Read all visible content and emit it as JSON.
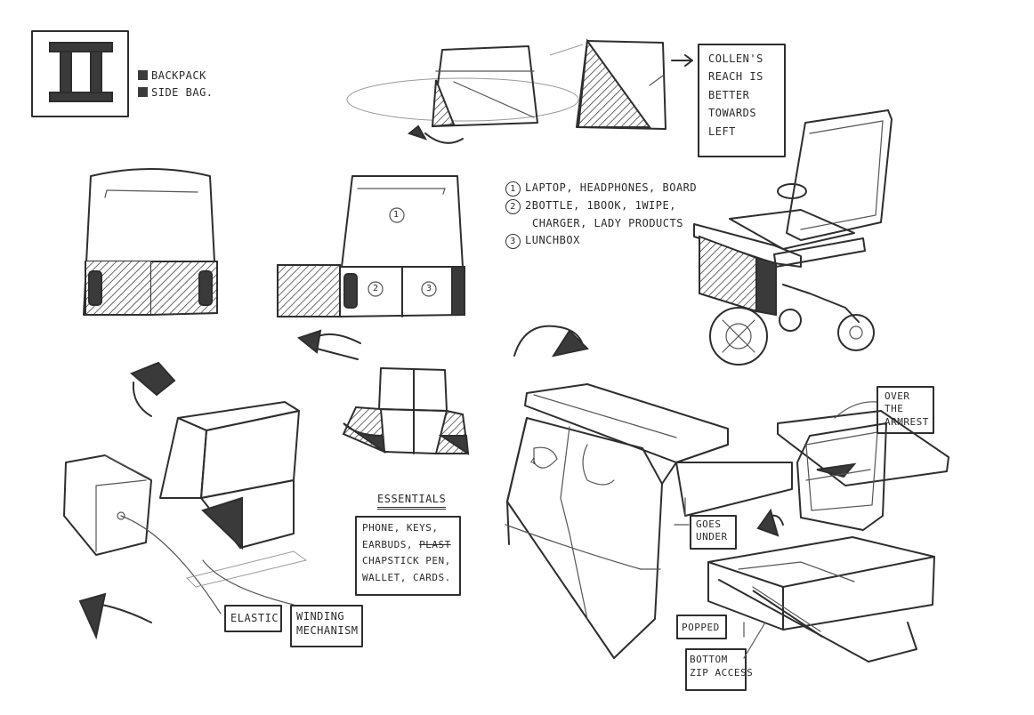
{
  "page_mark": "II",
  "legend": {
    "items": [
      {
        "label": "BACKPACK"
      },
      {
        "label": "SIDE BAG."
      }
    ]
  },
  "reach_note": {
    "lines": [
      "COLLEN'S",
      "REACH IS",
      "BETTER",
      "TOWARDS",
      "LEFT"
    ]
  },
  "compartments": {
    "items": [
      {
        "num": "1",
        "text": "LAPTOP, HEADPHONES, BOARD"
      },
      {
        "num": "2",
        "text": "2BOTTLE, 1BOOK, 1WIPE,"
      },
      {
        "num": "",
        "text": "CHARGER, LADY PRODUCTS"
      },
      {
        "num": "3",
        "text": "LUNCHBOX"
      }
    ]
  },
  "bag_labels": {
    "one": "1",
    "two": "2",
    "three": "3",
    "four": "4"
  },
  "essentials": {
    "title": "ESSENTIALS",
    "line1": "PHONE, KEYS,",
    "line2a": "EARBUDS,",
    "line2b": "PLAST",
    "line3": "CHAPSTICK PEN,",
    "line4": "WALLET, CARDS."
  },
  "callouts": {
    "elastic": "ELASTIC",
    "winding_1": "WINDING",
    "winding_2": "MECHANISM",
    "over_1": "OVER",
    "over_2": "THE",
    "over_3": "ARMREST",
    "goes_1": "GOES",
    "goes_2": "UNDER",
    "popped": "POPPED",
    "zip_1": "BOTTOM",
    "zip_2": "ZIP ACCESS"
  }
}
